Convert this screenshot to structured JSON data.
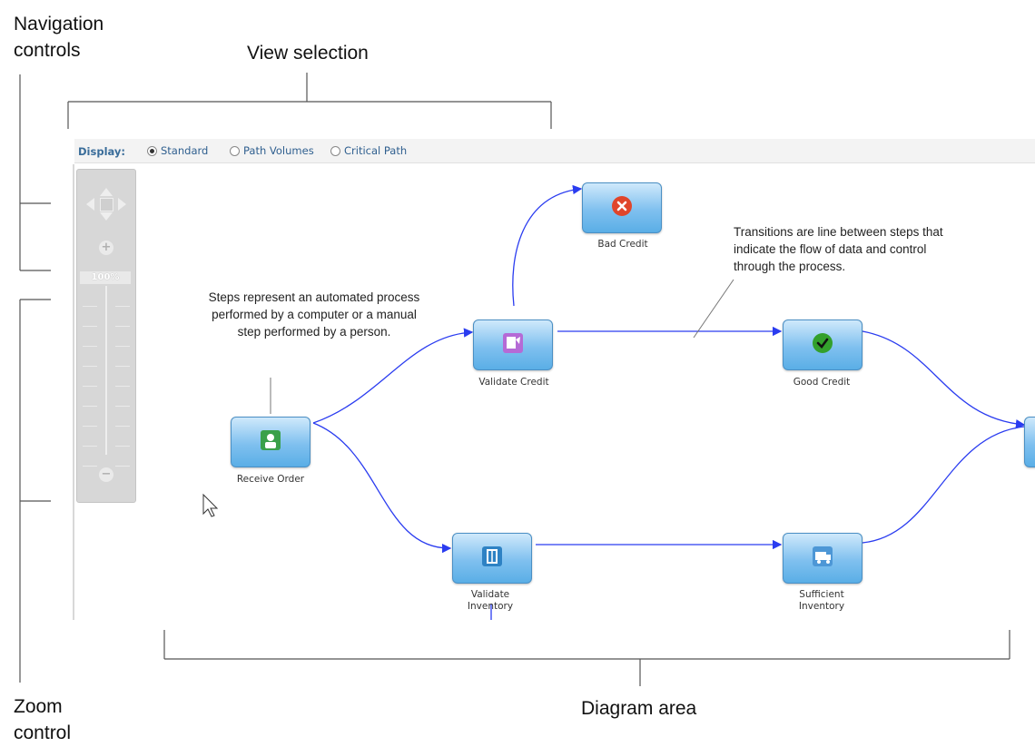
{
  "callouts": {
    "navigation_controls": [
      "Navigation",
      "controls"
    ],
    "view_selection": "View selection",
    "zoom_control": [
      "Zoom",
      "control"
    ],
    "diagram_area": "Diagram area"
  },
  "display_bar": {
    "label": "Display:",
    "options": [
      {
        "label": "Standard",
        "selected": true
      },
      {
        "label": "Path Volumes",
        "selected": false
      },
      {
        "label": "Critical Path",
        "selected": false
      }
    ]
  },
  "zoom": {
    "level": "100%",
    "zoom_in_icon": "plus-icon",
    "zoom_out_icon": "minus-icon",
    "pan_icons": [
      "pan-up-icon",
      "pan-down-icon",
      "pan-left-icon",
      "pan-right-icon",
      "pan-center-icon"
    ]
  },
  "steps": {
    "receive_order": {
      "label": "Receive Order",
      "icon": "person-icon"
    },
    "validate_credit": {
      "label": "Validate Credit",
      "icon": "document-icon"
    },
    "bad_credit": {
      "label": "Bad Credit",
      "icon": "error-icon"
    },
    "good_credit": {
      "label": "Good Credit",
      "icon": "checkmark-icon"
    },
    "validate_inventory": {
      "label": [
        "Validate",
        "Inventory"
      ],
      "icon": "inventory-icon"
    },
    "sufficient_inventory": {
      "label": [
        "Sufficient",
        "Inventory"
      ],
      "icon": "truck-icon"
    }
  },
  "notes": {
    "steps": [
      "Steps represent an automated process",
      "performed by a computer or a manual",
      "step performed by a person."
    ],
    "transitions": [
      "Transitions are line between steps that",
      "indicate the flow of data and control",
      "through the process."
    ]
  },
  "colors": {
    "transition": "#2a3cf0",
    "step_border": "#4a8fc4",
    "display_label": "#3a6d9a",
    "bad_credit_icon": "#e0452b",
    "good_credit_icon": "#33a02c"
  }
}
